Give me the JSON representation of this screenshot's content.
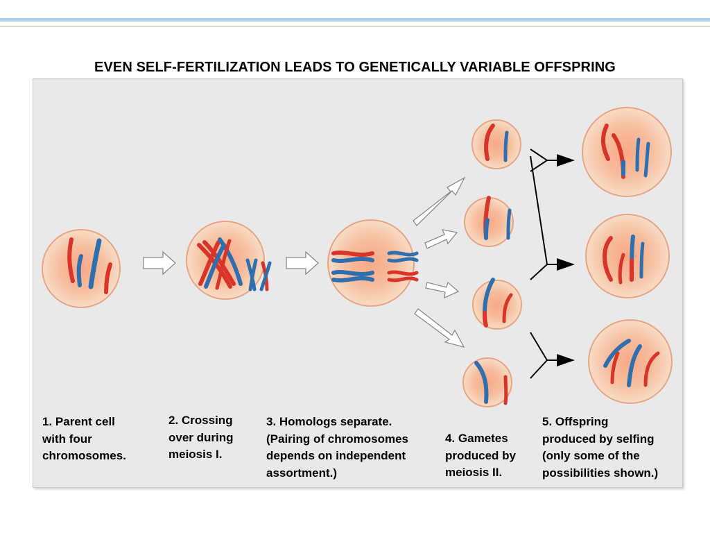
{
  "slide": {
    "title": "EVEN SELF-FERTILIZATION LEADS TO GENETICALLY VARIABLE OFFSPRING"
  },
  "steps": [
    {
      "text": "1. Parent cell\nwith four\nchromosomes."
    },
    {
      "text": "2. Crossing\nover during\nmeiosis I."
    },
    {
      "text": "3. Homologs separate.\n(Pairing of chromosomes\ndepends on independent\nassortment.)"
    },
    {
      "text": "4. Gametes\nproduced by\nmeiosis II."
    },
    {
      "text": "5. Offspring\nproduced  by selfing\n(only some of the\npossibilities shown.)"
    }
  ],
  "colors": {
    "cell_fill": "#f7c4a4",
    "cell_edge": "#e9a482",
    "chromosome_red": "#d9342a",
    "chromosome_blue": "#2f6fae",
    "arrow_fill": "#ffffff",
    "panel_bg": "#e9e9e9"
  }
}
